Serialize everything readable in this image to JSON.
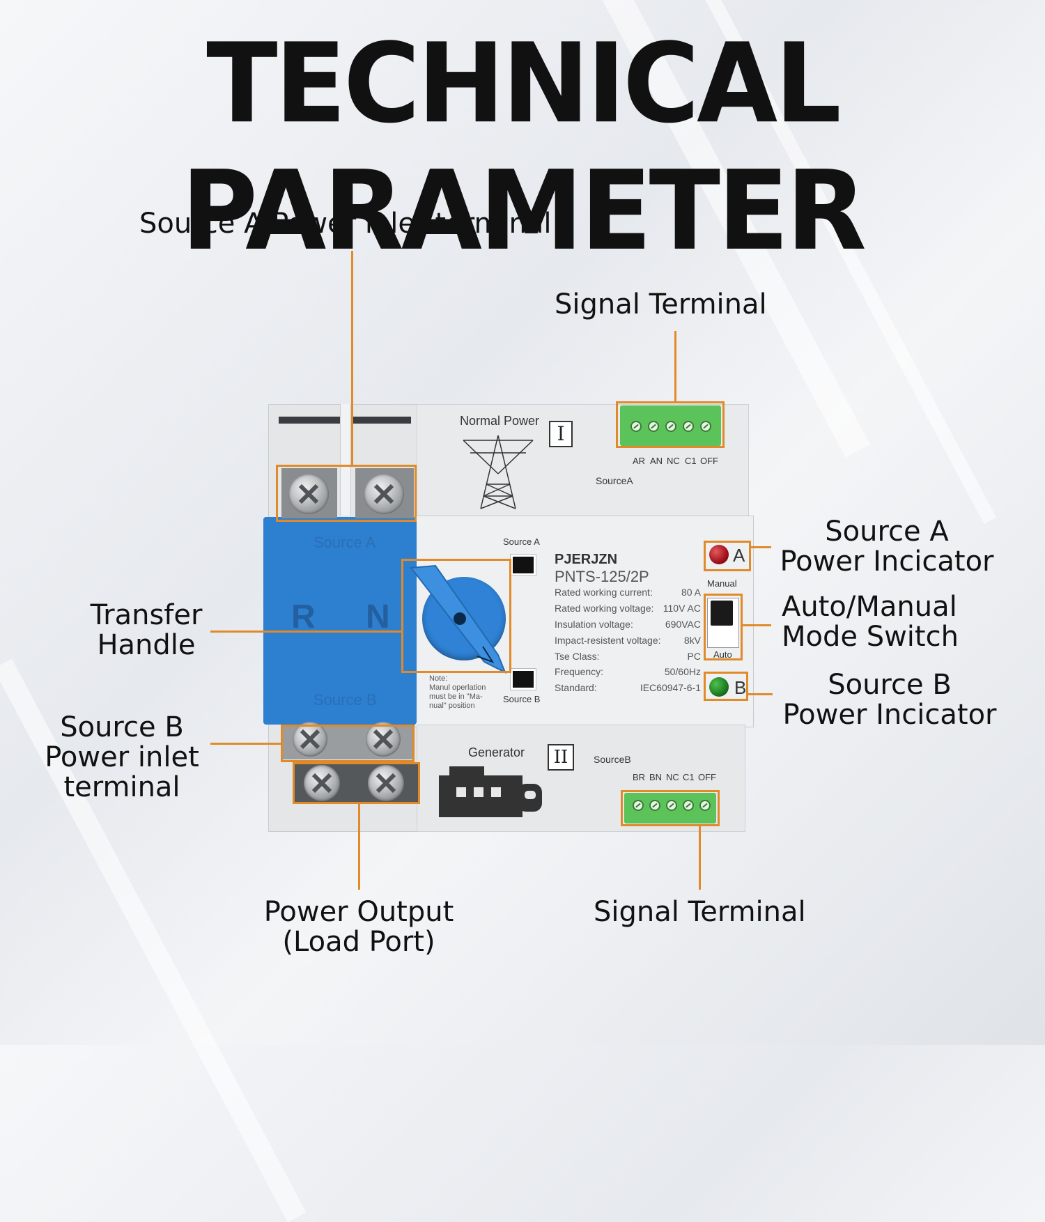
{
  "title": "TECHNICAL PARAMETER",
  "callouts": {
    "source_a_inlet": "Source A Power inlet terminal",
    "signal_terminal_top": "Signal Terminal",
    "source_a_indicator": [
      "Source A",
      "Power Incicator"
    ],
    "mode_switch": [
      "Auto/Manual",
      "Mode Switch"
    ],
    "source_b_indicator": [
      "Source B",
      "Power Incicator"
    ],
    "transfer_handle": [
      "Transfer",
      "Handle"
    ],
    "source_b_inlet": [
      "Source B",
      "Power inlet",
      "terminal"
    ],
    "power_output": [
      "Power Output",
      "(Load Port)"
    ],
    "signal_terminal_bottom": "Signal Terminal"
  },
  "device": {
    "normal_power": "Normal Power",
    "roman_one": "I",
    "roman_two": "II",
    "source_a_label": "SourceA",
    "source_b_label": "SourceB",
    "terminals_a": [
      "AR",
      "AN",
      "NC",
      "C1",
      "OFF"
    ],
    "terminals_b": [
      "BR",
      "BN",
      "NC",
      "C1",
      "OFF"
    ],
    "panel_source_a": "Source A",
    "panel_source_b": "Source B",
    "phase_r": "R",
    "phase_n": "N",
    "switch_source_a": "Source A",
    "switch_source_b": "Source B",
    "brand": "PJERJZN",
    "model": "PNTS-125/2P",
    "specs": [
      {
        "label": "Rated working current:",
        "value": "80   A"
      },
      {
        "label": "Rated working voltage:",
        "value": "110V AC"
      },
      {
        "label": "Insulation voltage:",
        "value": "690VAC"
      },
      {
        "label": "Impact-resistent voltage:",
        "value": "8kV"
      },
      {
        "label": "Tse Class:",
        "value": "PC"
      },
      {
        "label": "Frequency:",
        "value": "50/60Hz"
      },
      {
        "label": "Standard:",
        "value": "IEC60947-6-1"
      }
    ],
    "note": [
      "Note:",
      "Manul operlation",
      "must be in \"Ma-",
      "nual\" position"
    ],
    "indicator_a": "A",
    "indicator_b": "B",
    "manual": "Manual",
    "auto": "Auto",
    "generator": "Generator",
    "colors": {
      "accent": "#e08a2a",
      "blue": "#2d7fd0",
      "green_terminal": "#5cc35a",
      "red_led": "#a3101a",
      "green_led": "#1d7a1f"
    }
  }
}
